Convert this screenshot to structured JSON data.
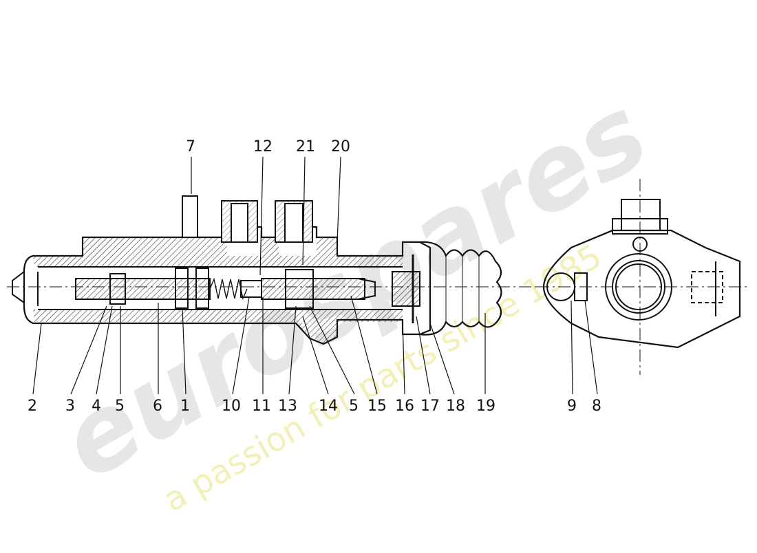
{
  "watermark": {
    "brand": "eurospares",
    "tagline": "a passion for parts since 1985",
    "brand_color": "#e6e6e6",
    "tagline_color": "#f3f1b8"
  },
  "callouts": {
    "top": [
      "7",
      "12",
      "21",
      "20"
    ],
    "bottom": [
      "2",
      "3",
      "4",
      "5",
      "6",
      "1",
      "10",
      "11",
      "13",
      "14",
      "5",
      "15",
      "16",
      "17",
      "18",
      "19"
    ],
    "side": [
      "9",
      "8"
    ]
  }
}
